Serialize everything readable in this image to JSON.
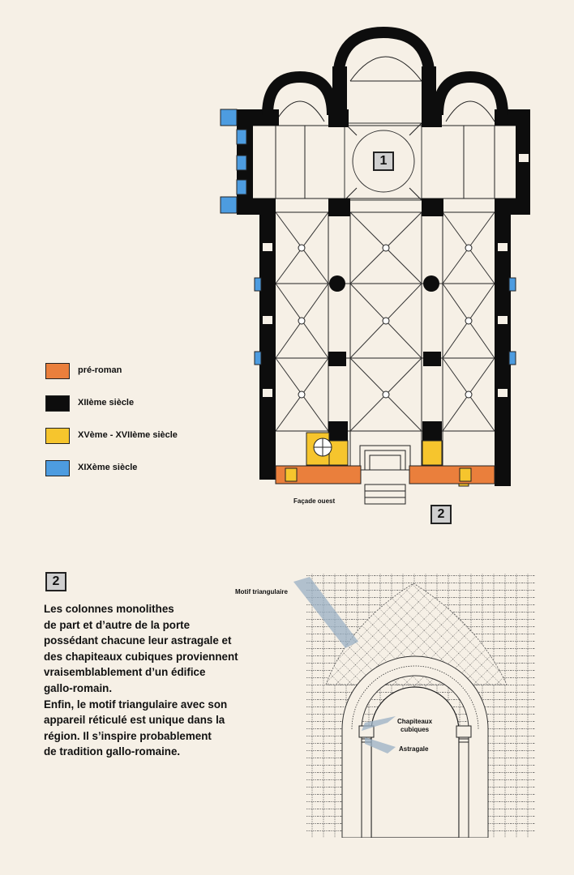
{
  "legend": [
    {
      "label": "pré-roman",
      "color": "#ea7f3c"
    },
    {
      "label": "XIIème siècle",
      "color": "#0d0d0d"
    },
    {
      "label": "XVème - XVIIème siècle",
      "color": "#f6c52d"
    },
    {
      "label": "XIXème siècle",
      "color": "#4d9ce0"
    }
  ],
  "plan": {
    "marker_1": "1",
    "marker_2": "2",
    "facade_label": "Façade ouest"
  },
  "section2": {
    "marker": "2",
    "paragraph_lines": [
      "Les colonnes monolithes",
      "de part et d’autre de la porte",
      "possédant chacune leur astragale et",
      "des chapiteaux cubiques proviennent",
      "vraisemblablement d’un édifice",
      "gallo-romain.",
      "Enfin, le motif triangulaire avec son",
      "appareil réticulé est unique dans la",
      "région. Il s’inspire probablement",
      "de tradition gallo-romaine."
    ],
    "labels": {
      "motif": "Motif triangulaire",
      "chapiteaux_1": "Chapiteaux",
      "chapiteaux_2": "cubiques",
      "astragale": "Astragale"
    }
  }
}
